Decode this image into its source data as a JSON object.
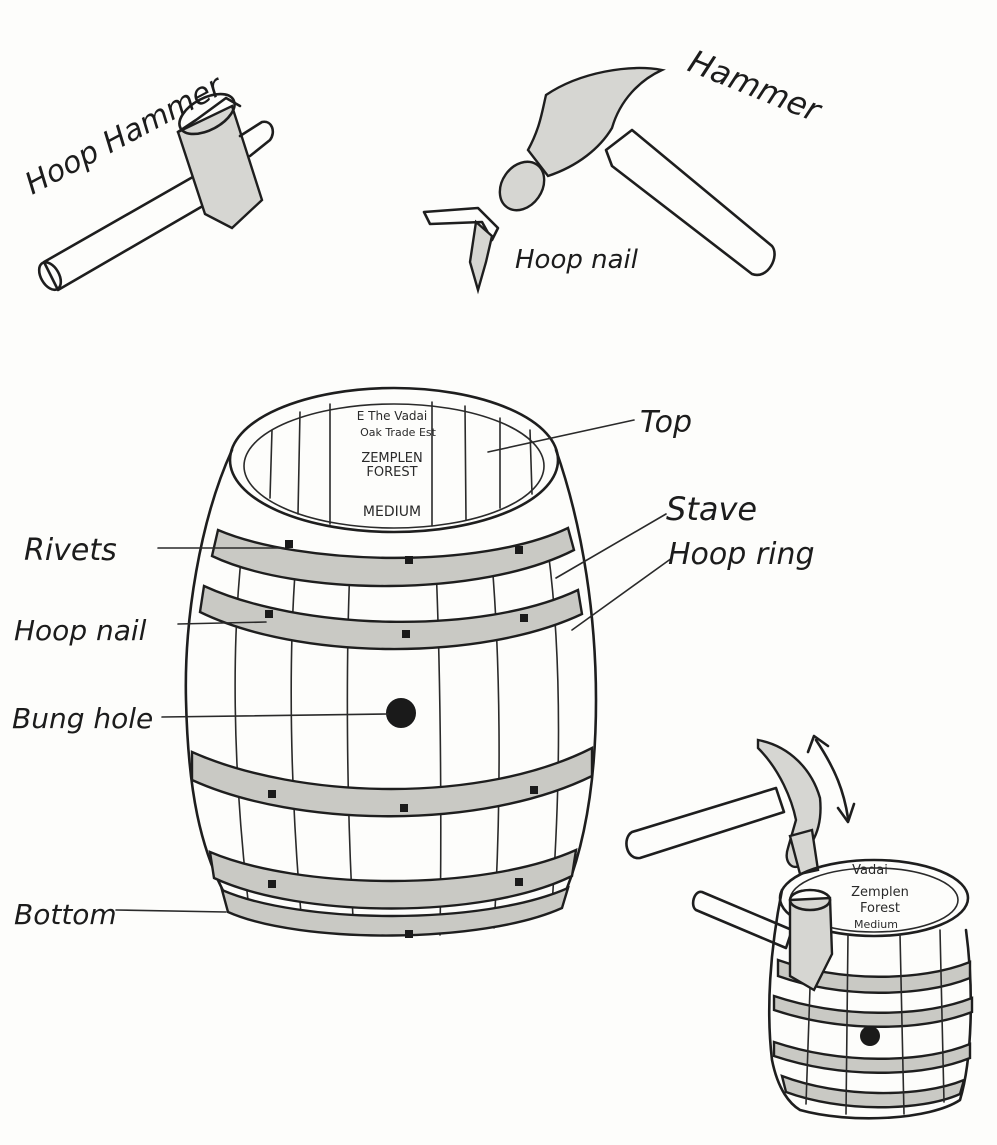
{
  "labels": {
    "hoop_hammer": "Hoop Hammer",
    "hammer": "Hammer",
    "hoop_nail_tool": "Hoop nail",
    "top": "Top",
    "stave": "Stave",
    "hoop_ring": "Hoop ring",
    "rivets": "Rivets",
    "hoop_nail": "Hoop nail",
    "bung_hole": "Bung hole",
    "bottom": "Bottom"
  },
  "large_barrel_stamp": {
    "line1": "E The Vadai",
    "line2": "Oak Trade Est",
    "line3": "ZEMPLEN",
    "line4": "FOREST",
    "line5": "MEDIUM"
  },
  "small_barrel_stamp": {
    "line1": "Vadai",
    "line2": "Zemplen",
    "line3": "Forest",
    "line4": "Medium"
  }
}
